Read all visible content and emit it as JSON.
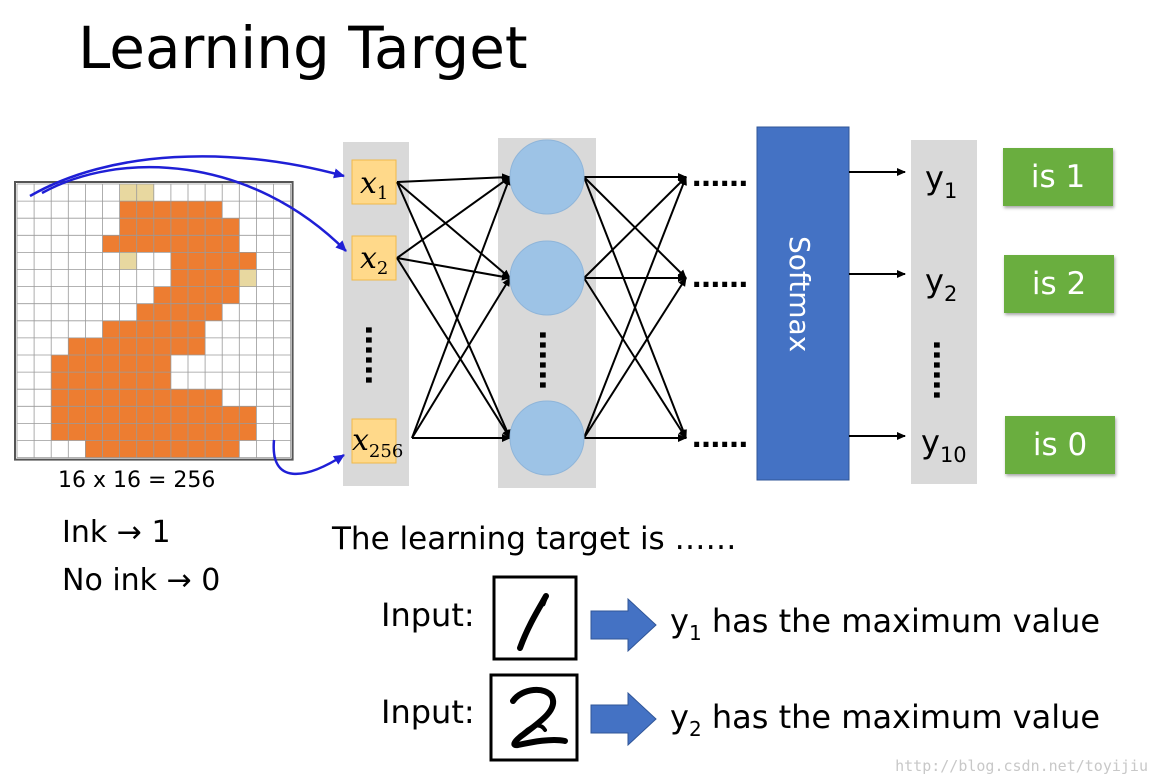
{
  "title": "Learning Target",
  "grid_caption": "16 x 16 = 256",
  "ink_rule": "Ink → 1",
  "noink_rule": "No ink → 0",
  "inputs": [
    {
      "sym": "x",
      "sub": "1"
    },
    {
      "sym": "x",
      "sub": "2"
    },
    {
      "sym": "x",
      "sub": "256"
    }
  ],
  "ellipsis_h": "……",
  "ellipsis_v": "……",
  "softmax_label": "Softmax",
  "outputs": [
    {
      "sym": "y",
      "sub": "1"
    },
    {
      "sym": "y",
      "sub": "2"
    },
    {
      "sym": "y",
      "sub": "10"
    }
  ],
  "output_buttons": [
    "is 1",
    "is 2",
    "is 0"
  ],
  "target_heading": "The learning target is ……",
  "examples": [
    {
      "input_label": "Input:",
      "sym": "y",
      "sub": "1",
      "text": " has the maximum value"
    },
    {
      "input_label": "Input:",
      "sym": "y",
      "sub": "2",
      "text": " has the maximum value"
    }
  ],
  "watermark": "http://blog.csdn.net/toyijiu",
  "colors": {
    "ink": "#ed7d31",
    "input_box": "#ffd98a",
    "neuron": "#9dc3e6",
    "softmax": "#4472c4",
    "button": "#6aae3f",
    "arrow_blue": "#1f1fd6",
    "column_bg": "#d9d9d9"
  }
}
